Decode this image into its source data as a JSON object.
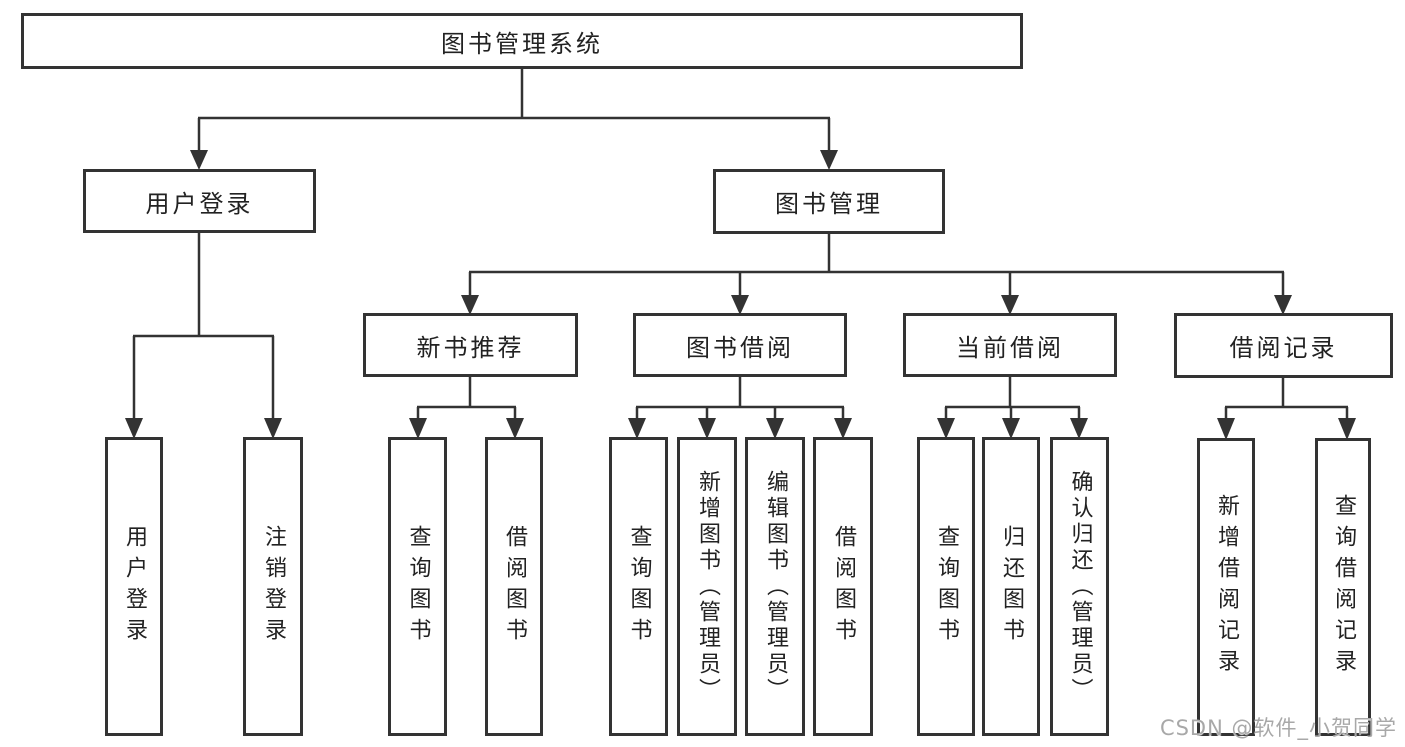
{
  "tree": {
    "label": "图书管理系统",
    "children": [
      {
        "label": "用户登录",
        "children": [
          {
            "label": "用户登录"
          },
          {
            "label": "注销登录"
          }
        ]
      },
      {
        "label": "图书管理",
        "children": [
          {
            "label": "新书推荐",
            "children": [
              {
                "label": "查询图书"
              },
              {
                "label": "借阅图书"
              }
            ]
          },
          {
            "label": "图书借阅",
            "children": [
              {
                "label": "查询图书"
              },
              {
                "label": "新增图书（管理员）"
              },
              {
                "label": "编辑图书（管理员）"
              },
              {
                "label": "借阅图书"
              }
            ]
          },
          {
            "label": "当前借阅",
            "children": [
              {
                "label": "查询图书"
              },
              {
                "label": "归还图书"
              },
              {
                "label": "确认归还（管理员）"
              }
            ]
          },
          {
            "label": "借阅记录",
            "children": [
              {
                "label": "新增借阅记录"
              },
              {
                "label": "查询借阅记录"
              }
            ]
          }
        ]
      }
    ]
  },
  "watermark": {
    "text": "CSDN @软件_小贺同学"
  },
  "colors": {
    "line": "#333333",
    "text": "#222222",
    "watermark_text": "#a8a8a8",
    "background": "#ffffff"
  }
}
